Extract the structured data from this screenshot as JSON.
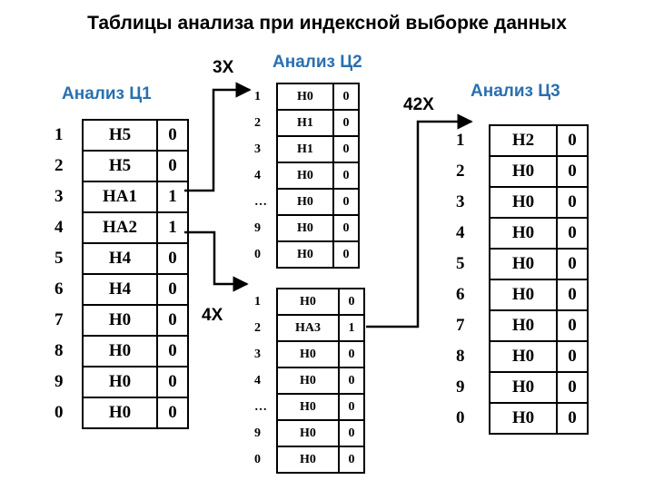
{
  "title": "Таблицы анализа при индексной выборке данных",
  "labels": {
    "a1": "Анализ Ц1",
    "a2": "Анализ Ц2",
    "a3": "Анализ Ц3",
    "m3": "3X",
    "m4": "4X",
    "m42": "42X"
  },
  "tables": {
    "t1": [
      {
        "idx": "1",
        "code": "H5",
        "flag": "0"
      },
      {
        "idx": "2",
        "code": "H5",
        "flag": "0"
      },
      {
        "idx": "3",
        "code": "HA1",
        "flag": "1"
      },
      {
        "idx": "4",
        "code": "HA2",
        "flag": "1"
      },
      {
        "idx": "5",
        "code": "H4",
        "flag": "0"
      },
      {
        "idx": "6",
        "code": "H4",
        "flag": "0"
      },
      {
        "idx": "7",
        "code": "H0",
        "flag": "0"
      },
      {
        "idx": "8",
        "code": "H0",
        "flag": "0"
      },
      {
        "idx": "9",
        "code": "H0",
        "flag": "0"
      },
      {
        "idx": "0",
        "code": "H0",
        "flag": "0"
      }
    ],
    "t2": [
      {
        "idx": "1",
        "code": "H0",
        "flag": "0"
      },
      {
        "idx": "2",
        "code": "H1",
        "flag": "0"
      },
      {
        "idx": "3",
        "code": "H1",
        "flag": "0"
      },
      {
        "idx": "4",
        "code": "H0",
        "flag": "0"
      },
      {
        "idx": "…",
        "code": "H0",
        "flag": "0"
      },
      {
        "idx": "9",
        "code": "H0",
        "flag": "0"
      },
      {
        "idx": "0",
        "code": "H0",
        "flag": "0"
      }
    ],
    "t3": [
      {
        "idx": "1",
        "code": "H0",
        "flag": "0"
      },
      {
        "idx": "2",
        "code": "HA3",
        "flag": "1"
      },
      {
        "idx": "3",
        "code": "H0",
        "flag": "0"
      },
      {
        "idx": "4",
        "code": "H0",
        "flag": "0"
      },
      {
        "idx": "…",
        "code": "H0",
        "flag": "0"
      },
      {
        "idx": "9",
        "code": "H0",
        "flag": "0"
      },
      {
        "idx": "0",
        "code": "H0",
        "flag": "0"
      }
    ],
    "t4": [
      {
        "idx": "1",
        "code": "H2",
        "flag": "0"
      },
      {
        "idx": "2",
        "code": "H0",
        "flag": "0"
      },
      {
        "idx": "3",
        "code": "H0",
        "flag": "0"
      },
      {
        "idx": "4",
        "code": "H0",
        "flag": "0"
      },
      {
        "idx": "5",
        "code": "H0",
        "flag": "0"
      },
      {
        "idx": "6",
        "code": "H0",
        "flag": "0"
      },
      {
        "idx": "7",
        "code": "H0",
        "flag": "0"
      },
      {
        "idx": "8",
        "code": "H0",
        "flag": "0"
      },
      {
        "idx": "9",
        "code": "H0",
        "flag": "0"
      },
      {
        "idx": "0",
        "code": "H0",
        "flag": "0"
      }
    ]
  },
  "colors": {
    "label_blue": "#2a6fb0",
    "ink": "#000000"
  }
}
